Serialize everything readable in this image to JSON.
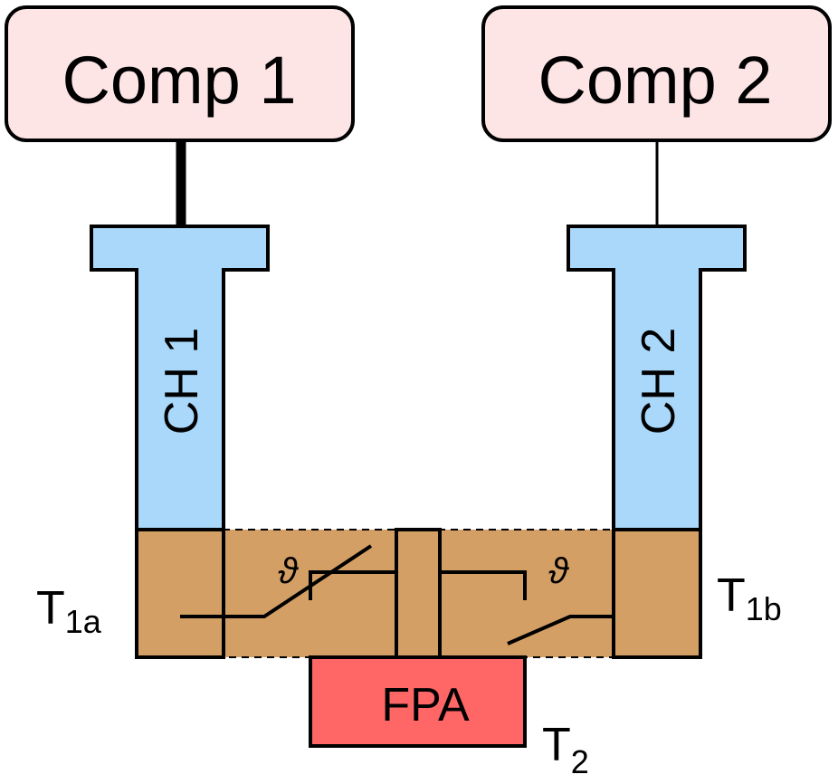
{
  "components": {
    "comp1": {
      "label": "Comp 1"
    },
    "comp2": {
      "label": "Comp 2"
    }
  },
  "channels": {
    "ch1": {
      "label": "CH 1"
    },
    "ch2": {
      "label": "CH 2"
    }
  },
  "thermal": {
    "t1a": {
      "base": "T",
      "sub": "1a"
    },
    "t1b": {
      "base": "T",
      "sub": "1b"
    },
    "t2": {
      "base": "T",
      "sub": "2"
    }
  },
  "switches": {
    "left": {
      "symbol": "ϑ"
    },
    "right": {
      "symbol": "ϑ"
    }
  },
  "fpa": {
    "label": "FPA"
  },
  "colors": {
    "component_fill": "#fde5e6",
    "channel_fill": "#a9d8fb",
    "thermal_fill": "#d49f64",
    "fpa_fill": "#ff6666",
    "stroke": "#000000"
  }
}
